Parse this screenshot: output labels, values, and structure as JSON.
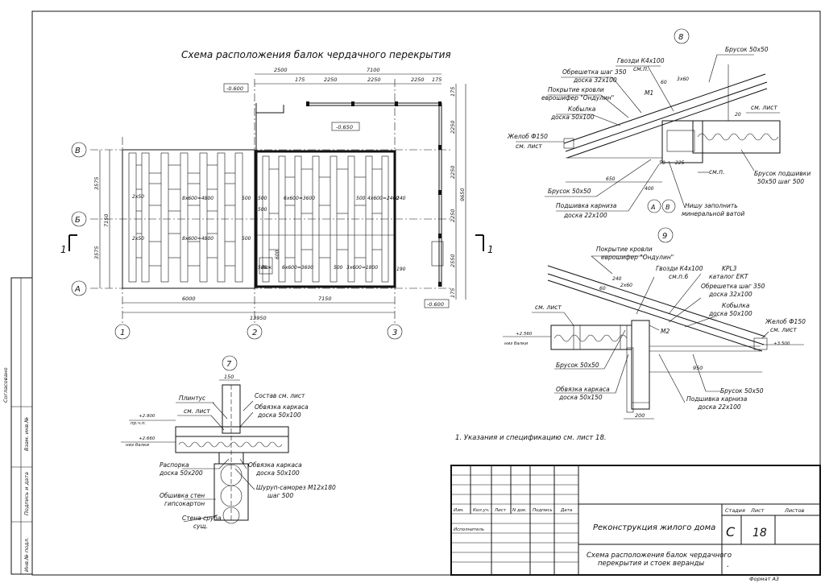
{
  "main_title": "Схема расположения балок чердачного перекрытия",
  "plan": {
    "dims_top": [
      "2500",
      "7100",
      "175",
      "2250",
      "2250",
      "2250",
      "175"
    ],
    "dims_bottom": [
      "6000",
      "7150",
      "13950"
    ],
    "dims_left": [
      "3575",
      "3575",
      "7150"
    ],
    "dims_right": [
      "175",
      "2250",
      "2250",
      "9650",
      "2250",
      "2550",
      "175"
    ],
    "axes_rows": [
      "В",
      "Б",
      "А"
    ],
    "axes_cols": [
      "1",
      "2",
      "3"
    ],
    "section_mark": "1",
    "levels": [
      "-0.600",
      "-0.650",
      "-0.600"
    ],
    "beam_labels": [
      "2х50",
      "2х50",
      "8х600=4800",
      "8х600=4800",
      "500",
      "500",
      "500",
      "6х600=3600",
      "500",
      "4х600=2400",
      "240",
      "500",
      "500",
      "6х600=3600",
      "500",
      "3х600=1800",
      "190",
      "600",
      "Люк"
    ]
  },
  "node7": {
    "number": "7",
    "dim": "150",
    "labels": [
      "Плинтус",
      "см. лист",
      "Состав см. лист",
      "Обвязка каркаса",
      "доска 50х100",
      "Распорка",
      "доска 50х200",
      "Обвязка каркаса",
      "доска 50х100",
      "Шуруп-саморез М12х180",
      "шаг 500",
      "Обшивка стен",
      "гипсокартон",
      "Стена сруба",
      "сущ."
    ],
    "levels": [
      "+2.900",
      "пр.ч.п.",
      "+2.660",
      "низ балки"
    ]
  },
  "node8": {
    "number": "8",
    "labels": [
      "Брусок 50х50",
      "Гвозди К4х100",
      "см.п.",
      "Обрешетка шаг 350",
      "доска 32х100",
      "Покрытие кровли",
      "еврошифер \"Ондулин\"",
      "Кобылка",
      "доска 50х100",
      "М1",
      "Желоб Ф150",
      "см. лист",
      "см. лист",
      "Брусок подшивки",
      "50х50 шаг 500",
      "Брусок 50х50",
      "Подшивка карниза",
      "доска 22х100",
      "Нишу заполнить",
      "минеральной ватой",
      "см.п."
    ],
    "dims": [
      "650",
      "400",
      "225",
      "50",
      "60",
      "3х60",
      "20"
    ],
    "axes": [
      "А",
      "В"
    ]
  },
  "node9": {
    "number": "9",
    "labels": [
      "Покрытие кровли",
      "еврошифер \"Ондулин\"",
      "Гвозди К4х100",
      "см.п.6",
      "KPL3",
      "каталог ЕКТ",
      "Обрешетка шаг 350",
      "доска 32х100",
      "Кобылка",
      "доска 50х100",
      "см. лист",
      "Желоб Ф150",
      "см. лист",
      "М2",
      "Брусок 50х50",
      "Брусок 50х50",
      "Обвязка каркаса",
      "доска 50х150",
      "Подшивка карниза",
      "доска 22х100"
    ],
    "dims": [
      "950",
      "200",
      "240",
      "60",
      "2х60"
    ],
    "levels": [
      "+2.560",
      "низ балки",
      "+3.500"
    ]
  },
  "note": "1.  Указания и спецификацию см. лист 18.",
  "side_stamp": [
    "Согласовано",
    "Взам. инв.№",
    "Подпись и дата",
    "Инв.№ подл."
  ],
  "title_block": {
    "headers": [
      "Изм.",
      "Кол.уч.",
      "Лист",
      "N док.",
      "Подпись",
      "Дата"
    ],
    "executor": "Исполнитель",
    "project": "Реконструкция жилого дома",
    "sheet_title_1": "Схема расположения балок чердачного",
    "sheet_title_2": "перекрытия и стоек веранды",
    "stage_h": "Стадия",
    "sheet_h": "Лист",
    "sheets_h": "Листов",
    "stage": "С",
    "sheet": "18",
    "dot": "."
  },
  "format": "Формат А3"
}
